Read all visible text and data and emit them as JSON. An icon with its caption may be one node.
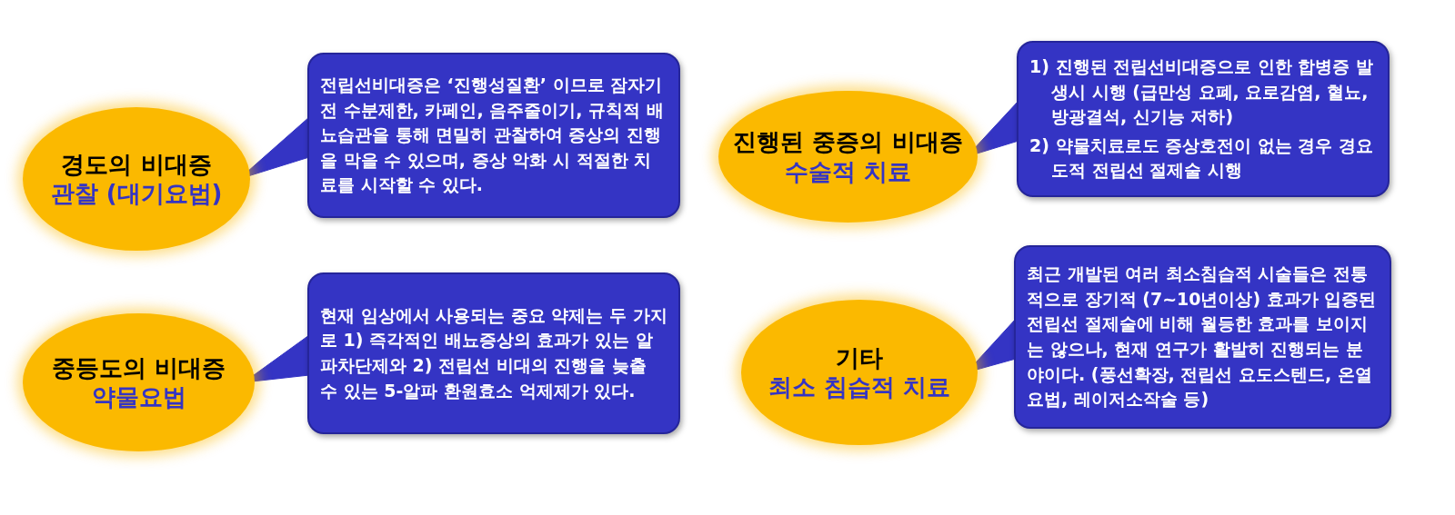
{
  "diagram": {
    "nodes": [
      {
        "text": [
          "경도의 비대증",
          "관찰 (대기요법)"
        ]
      },
      {
        "text": [
          "전립선비대증은 ‘진행성질환’ 이므로 잠자기전 수분제한, 카페인, 음주줄이기, 규칙적 배뇨습관을 통해 면밀히 관찰하여 증상의 진행을 막을 수 있으며, 증상 악화 시 적절한 치료를 시작할 수 있다."
        ]
      },
      {
        "text": [
          "진행된 중증의 비대증",
          "수술적 치료"
        ]
      },
      {
        "text": [
          "1) 진행된 전립선비대증으로 인한 합병증 발생시 시행 (급만성 요폐, 요로감염, 혈뇨, 방광결석, 신기능 저하)",
          "2) 약물치료로도 증상호전이 없는 경우 경요도적 전립선 절제술 시행"
        ]
      },
      {
        "text": [
          "중등도의 비대증",
          "약물요법"
        ]
      },
      {
        "text": [
          "현재 임상에서 사용되는 중요 약제는 두 가지로 1) 즉각적인 배뇨증상의 효과가 있는 알파차단제와 2) 전립선 비대의 진행을 늦출 수 있는 5-알파 환원효소 억제제가 있다."
        ]
      },
      {
        "text": [
          "기타",
          "최소 침습적 치료"
        ]
      },
      {
        "text": [
          "최근 개발된 여러 최소침습적 시술들은 전통적으로 장기적 (7~10년이상) 효과가 입증된 전립선 절제술에 비해 월등한 효과를 보이지는 않으나, 현재 연구가 활발히 진행되는 분야이다. (풍선확장, 전립선 요도스텐드, 온열요법, 레이저소작술 등)"
        ]
      }
    ],
    "edges": [
      {
        "from": 1,
        "to": 0,
        "arrow": "to"
      },
      {
        "from": 3,
        "to": 2,
        "arrow": "to"
      },
      {
        "from": 5,
        "to": 4,
        "arrow": "to"
      },
      {
        "from": 7,
        "to": 6,
        "arrow": "to"
      }
    ]
  }
}
